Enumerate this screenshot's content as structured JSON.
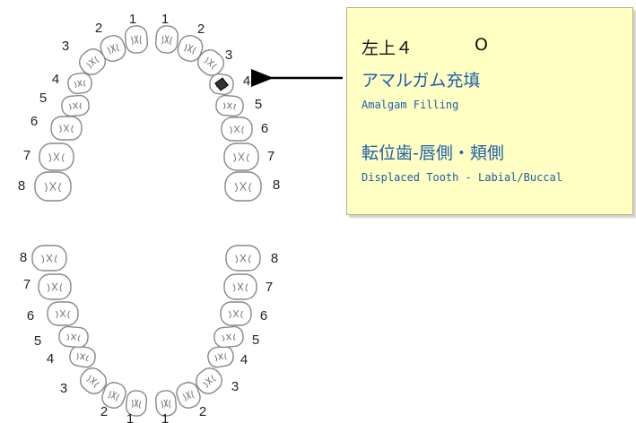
{
  "diagram": {
    "upper_right_numbers": [
      "1",
      "2",
      "3",
      "4",
      "5",
      "6",
      "7",
      "8"
    ],
    "upper_left_numbers": [
      "1",
      "2",
      "3",
      "4",
      "5",
      "6",
      "7",
      "8"
    ],
    "lower_right_numbers": [
      "1",
      "2",
      "3",
      "4",
      "5",
      "6",
      "7",
      "8"
    ],
    "lower_left_numbers": [
      "1",
      "2",
      "3",
      "4",
      "5",
      "6",
      "7",
      "8"
    ],
    "highlighted_tooth": "upper-left-4",
    "highlight_color": "#333333"
  },
  "info": {
    "tooth_label": "左上４",
    "mark": "O",
    "treatment_jp": "アマルガム充填",
    "treatment_en": "Amalgam Filling",
    "condition_jp": "転位歯-唇側・頬側",
    "condition_en": "Displaced Tooth - Labial/Buccal"
  },
  "colors": {
    "box_bg": "#ffffc4",
    "text_blue": "#1f5ea8",
    "tooth_outline": "#888888"
  }
}
